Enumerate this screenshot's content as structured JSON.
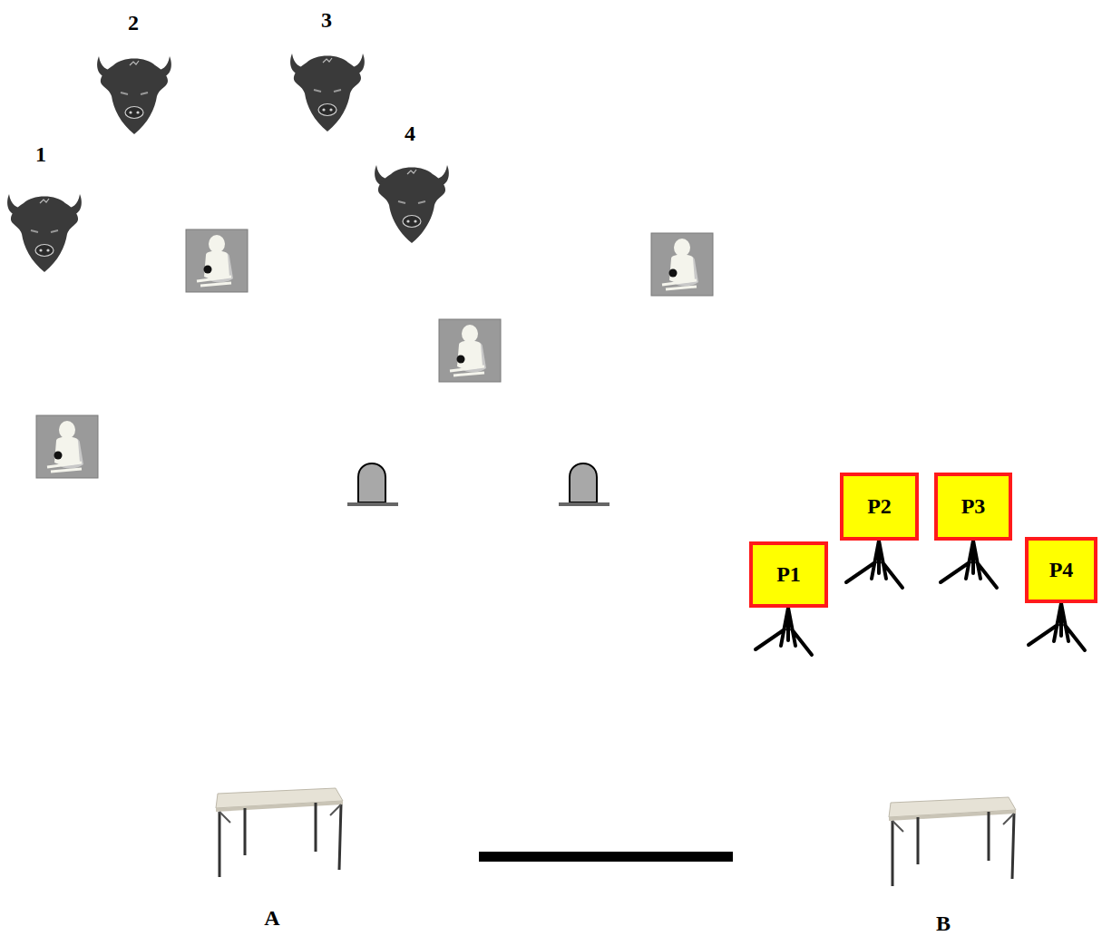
{
  "diagram": {
    "nodes": [
      {
        "text": [
          "P1"
        ]
      },
      {
        "text": [
          "P2"
        ]
      },
      {
        "text": [
          "P3"
        ]
      },
      {
        "text": [
          "P4"
        ]
      }
    ],
    "labels": [
      "1",
      "2",
      "3",
      "4",
      "A",
      "B"
    ]
  }
}
